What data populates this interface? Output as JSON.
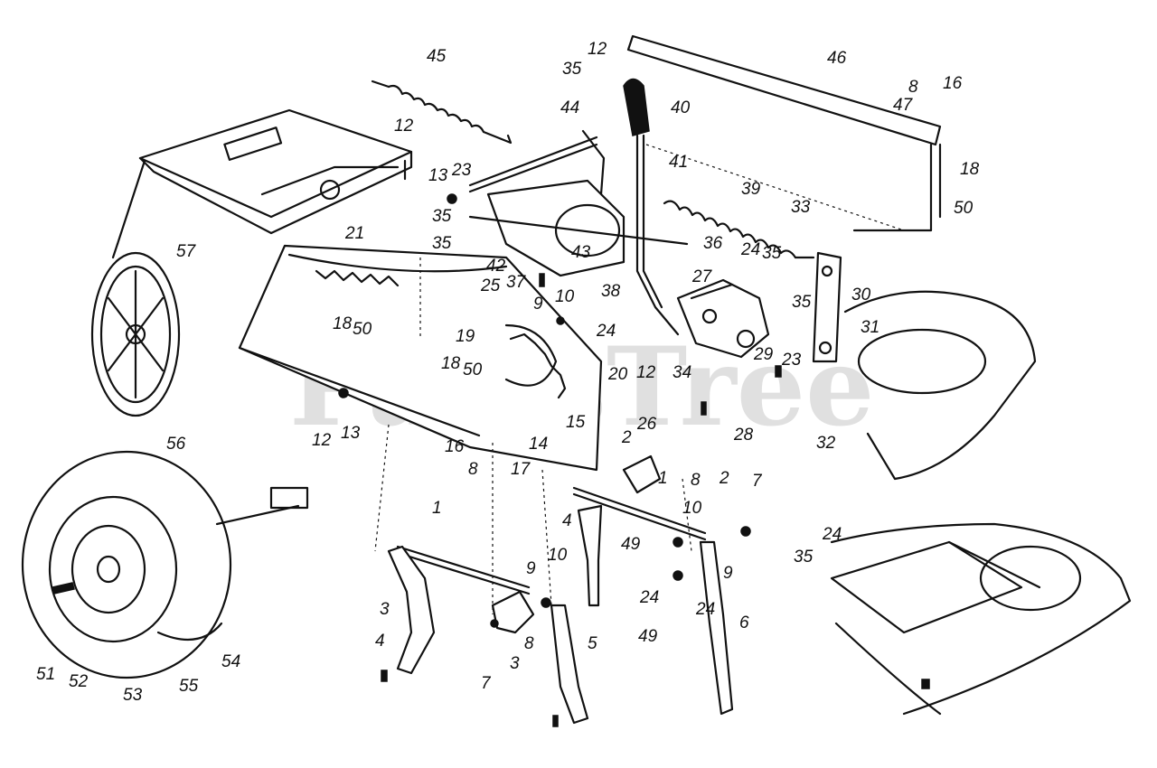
{
  "watermark": "PartsTree",
  "labels": [
    "45",
    "35",
    "12",
    "46",
    "8",
    "16",
    "47",
    "40",
    "44",
    "12",
    "13",
    "23",
    "41",
    "18",
    "50",
    "39",
    "33",
    "35",
    "35",
    "42",
    "37",
    "43",
    "36",
    "24",
    "35",
    "21",
    "25",
    "27",
    "9",
    "10",
    "30",
    "38",
    "31",
    "35",
    "18",
    "50",
    "24",
    "29",
    "23",
    "19",
    "12",
    "20",
    "34",
    "28",
    "18",
    "50",
    "26",
    "15",
    "13",
    "12",
    "14",
    "16",
    "8",
    "17",
    "32",
    "57",
    "56",
    "2",
    "1",
    "8",
    "2",
    "7",
    "4",
    "49",
    "10",
    "1",
    "9",
    "10",
    "24",
    "24",
    "49",
    "35",
    "24",
    "9",
    "3",
    "7",
    "3",
    "8",
    "5",
    "4",
    "6",
    "51",
    "52",
    "53",
    "55",
    "54"
  ]
}
